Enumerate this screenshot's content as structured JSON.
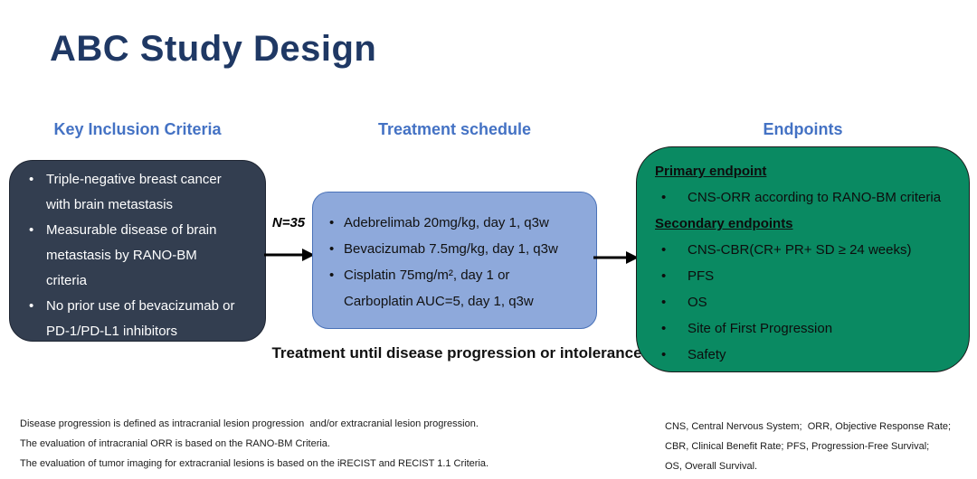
{
  "title": "ABC Study Design",
  "inclusion": {
    "header": "Key Inclusion Criteria",
    "bullets": [
      "Triple-negative breast cancer\nwith brain metastasis",
      "Measurable disease of brain\nmetastasis by RANO-BM\ncriteria",
      "No prior use of bevacizumab or\nPD-1/PD-L1 inhibitors"
    ]
  },
  "treatment": {
    "header": "Treatment schedule",
    "n_label": "N=35",
    "bullets": [
      "Adebrelimab 20mg/kg, day 1, q3w",
      "Bevacizumab 7.5mg/kg, day 1, q3w",
      "Cisplatin 75mg/m², day 1 or\nCarboplatin AUC=5, day 1, q3w"
    ],
    "caption": "Treatment until disease progression or intolerance"
  },
  "endpoints": {
    "header": "Endpoints",
    "primary": {
      "heading": "Primary endpoint",
      "bullets": [
        "CNS-ORR according to RANO-BM criteria"
      ]
    },
    "secondary": {
      "heading": "Secondary endpoints",
      "bullets": [
        "CNS-CBR(CR+ PR+ SD ≥ 24 weeks)",
        "PFS",
        "OS",
        "Site of First Progression",
        "Safety"
      ]
    }
  },
  "footnotes": {
    "left": [
      "Disease progression is defined as intracranial lesion progression  and/or extracranial lesion progression.",
      "The evaluation of intracranial ORR is based on the RANO-BM Criteria.",
      "The evaluation of tumor imaging for extracranial lesions is based on the iRECIST and RECIST 1.1 Criteria."
    ],
    "right": [
      "CNS, Central Nervous System;  ORR, Objective Response Rate;",
      "CBR, Clinical Benefit Rate; PFS, Progression-Free Survival;",
      "OS, Overall Survival."
    ]
  },
  "colors": {
    "title": "#1f3864",
    "section_header": "#4472c4",
    "inclusion_box_bg": "#333e50",
    "inclusion_text": "#ffffff",
    "treatment_box_bg": "#8ea9db",
    "treatment_box_border": "#4a72b8",
    "endpoints_box_bg": "#0a8a62",
    "endpoints_box_border": "#1a1a1a",
    "arrow": "#000000"
  }
}
